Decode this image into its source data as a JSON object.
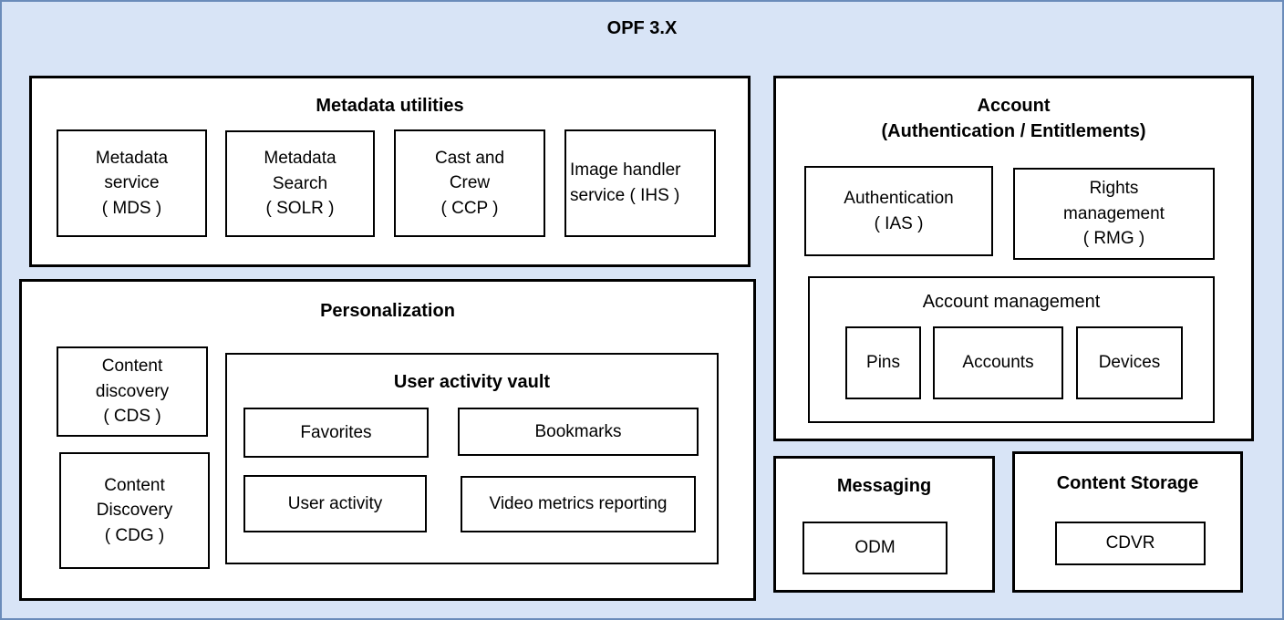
{
  "title": "OPF 3.X",
  "colors": {
    "canvas_bg": "#d8e4f6",
    "canvas_border": "#6b8cba",
    "box_bg": "#ffffff",
    "box_border": "#000000"
  },
  "metadata_utilities": {
    "title": "Metadata utilities",
    "items": [
      {
        "label": "Metadata\nservice\n( MDS )"
      },
      {
        "label": "Metadata\nSearch\n( SOLR )"
      },
      {
        "label": "Cast and\nCrew\n( CCP )"
      },
      {
        "label": "Image handler\nservice ( IHS )"
      }
    ]
  },
  "personalization": {
    "title": "Personalization",
    "content_discovery_cds": "Content\ndiscovery\n( CDS )",
    "content_discovery_cdg": "Content\nDiscovery\n( CDG )",
    "user_activity_vault": {
      "title": "User activity vault",
      "items": [
        {
          "label": "Favorites"
        },
        {
          "label": "Bookmarks"
        },
        {
          "label": "User activity"
        },
        {
          "label": "Video metrics reporting"
        }
      ]
    }
  },
  "account": {
    "title": "Account\n(Authentication / Entitlements)",
    "authentication": "Authentication\n( IAS )",
    "rights_management": "Rights\nmanagement\n( RMG )",
    "account_management": {
      "title": "Account management",
      "items": [
        {
          "label": "Pins"
        },
        {
          "label": "Accounts"
        },
        {
          "label": "Devices"
        }
      ]
    }
  },
  "messaging": {
    "title": "Messaging",
    "item": "ODM"
  },
  "content_storage": {
    "title": "Content Storage",
    "item": "CDVR"
  }
}
